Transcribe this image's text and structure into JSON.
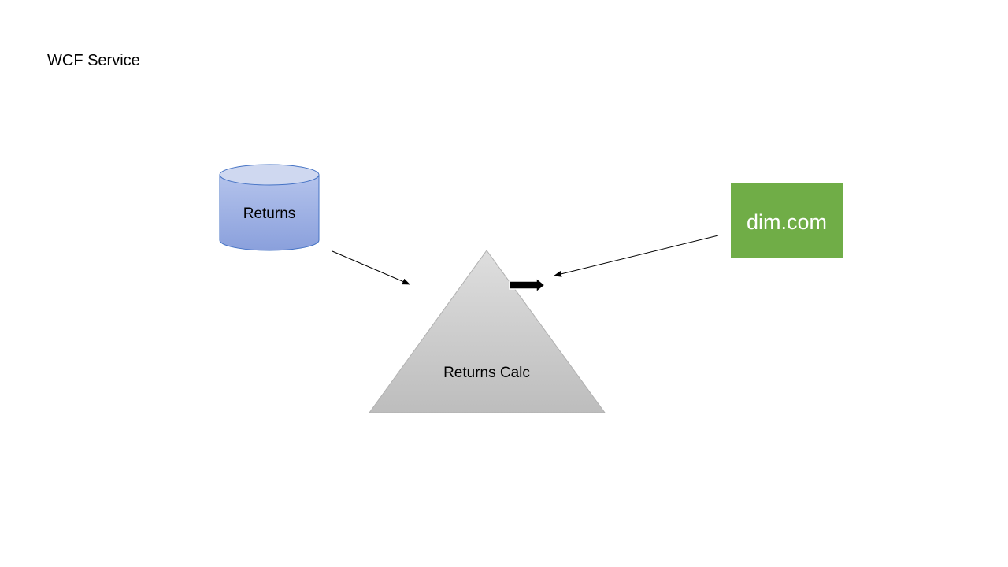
{
  "slide": {
    "title": "WCF Service"
  },
  "nodes": {
    "database": {
      "label": "Returns",
      "shape": "cylinder",
      "fill_top": "#c9d3ee",
      "fill_body": "#8fa5de",
      "stroke": "#4472c4"
    },
    "external": {
      "label": "dim.com",
      "shape": "rectangle",
      "fill": "#70ad47",
      "text_color": "#ffffff"
    },
    "calculator": {
      "label": "Returns Calc",
      "shape": "triangle",
      "fill_top": "#d9d9d9",
      "fill_bottom": "#bfbfbf",
      "stroke": "#a6a6a6"
    }
  },
  "connectors": [
    {
      "from": "Returns",
      "to": "Returns Calc",
      "style": "thin-arrow"
    },
    {
      "from": "dim.com",
      "to": "Returns Calc",
      "style": "thin-arrow"
    },
    {
      "from": "Returns Calc",
      "to": "dim.com",
      "style": "block-arrow"
    }
  ],
  "colors": {
    "background": "#ffffff",
    "line": "#000000"
  }
}
